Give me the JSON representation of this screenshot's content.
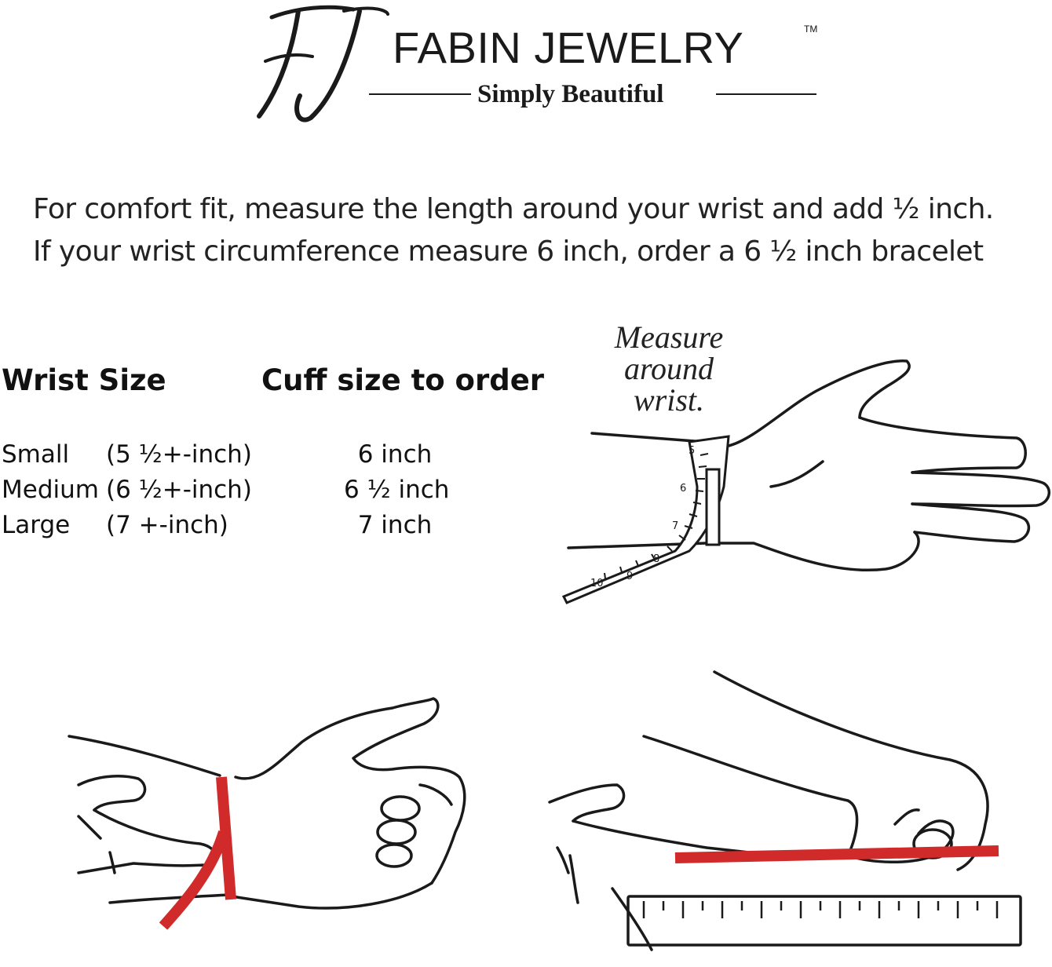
{
  "brand": {
    "monogram": "FJ",
    "name": "FABIN JEWELRY",
    "trademark": "TM",
    "tagline": "Simply Beautiful"
  },
  "instructions": {
    "line1": "For comfort fit, measure the length around your wrist and add ½ inch.",
    "line2": "If your wrist circumference measure 6 inch, order a 6 ½  inch bracelet"
  },
  "size_table": {
    "headers": {
      "wrist": "Wrist Size",
      "cuff": "Cuff size to order"
    },
    "rows": [
      {
        "size": "Small",
        "range": "(5 ½+-inch)",
        "cuff": "6 inch"
      },
      {
        "size": "Medium",
        "range": "(6 ½+-inch)",
        "cuff": "6 ½  inch"
      },
      {
        "size": "Large",
        "range": "(7 +-inch)",
        "cuff": "7 inch"
      }
    ]
  },
  "illustration": {
    "measure_label_1": "Measure",
    "measure_label_2": "around",
    "measure_label_3": "wrist.",
    "tape_marks": [
      "5",
      "6",
      "7",
      "8",
      "9",
      "10"
    ],
    "band_color": "#d12a2a",
    "line_color": "#1a1a1a"
  }
}
